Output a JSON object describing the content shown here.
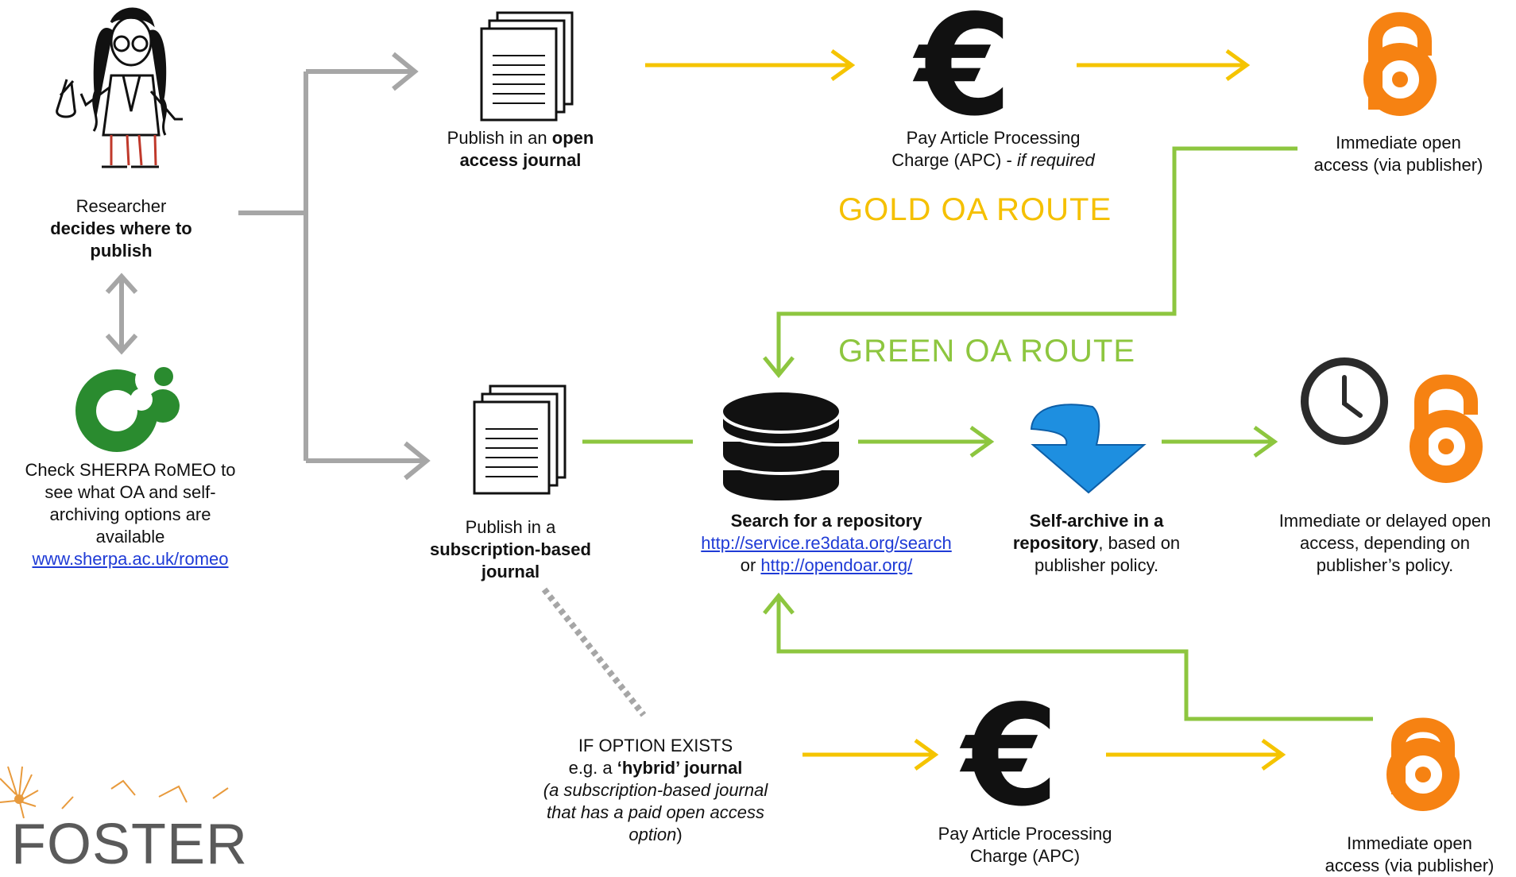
{
  "researcher": {
    "line1": "Researcher",
    "line2": "decides where to",
    "line3": "publish"
  },
  "sherpa": {
    "line1": "Check SHERPA RoMEO to",
    "line2": "see what OA and self-",
    "line3": "archiving options are",
    "line4": "available",
    "link": "www.sherpa.ac.uk/romeo"
  },
  "gold": {
    "route_label": "GOLD OA ROUTE",
    "journal_pre": "Publish in an ",
    "journal_bold1": "open",
    "journal_bold2": "access journal",
    "apc_line1": "Pay Article Processing",
    "apc_line2_pre": "Charge (APC) - ",
    "apc_line2_italic": "if required",
    "oa_line1": "Immediate open",
    "oa_line2": "access (via publisher)"
  },
  "green": {
    "route_label": "GREEN OA ROUTE",
    "sub_line1": "Publish in a",
    "sub_line2": "subscription-based",
    "sub_line3": "journal",
    "repo_title": "Search for a repository",
    "repo_link1": "http://service.re3data.org/search",
    "repo_or": "or ",
    "repo_link2": "http://opendoar.org/",
    "self_bold1": "Self-archive in a",
    "self_bold2": "repository",
    "self_rest2": ", based on",
    "self_line3": "publisher policy.",
    "delayed_line1": "Immediate or delayed open",
    "delayed_line2": "access, depending on",
    "delayed_line3": "publisher’s policy."
  },
  "hybrid": {
    "line1": "IF OPTION EXISTS",
    "line2_pre": "e.g.  a ",
    "line2_bold": "‘hybrid’ journal",
    "line3": "(a subscription-based journal",
    "line4": "that has a paid open access",
    "line5": "option",
    "apc_line1": "Pay Article Processing",
    "apc_line2": "Charge (APC)",
    "oa_line1": "Immediate open",
    "oa_line2": "access (via publisher)"
  },
  "icons": {
    "euro_glyph": "€",
    "researcher": "researcher-figure-icon",
    "document": "document-stack-icon",
    "euro": "euro-icon",
    "open_access": "open-access-lock-icon",
    "database": "database-icon",
    "download_arrow": "download-arrow-icon",
    "clock": "clock-icon",
    "sherpa_logo": "sherpa-romeo-logo-icon"
  },
  "logo": {
    "text": "FOSTER"
  },
  "colors": {
    "gold": "#f5c400",
    "green": "#8dc63f",
    "grey": "#a6a6a6",
    "oa_orange": "#f68212",
    "sherpa_green": "#2a8b2f",
    "link_blue": "#1f3bd6",
    "route_gold_text": "#f5c000",
    "route_green_text": "#8dc63f",
    "arrow_blue": "#1e8fe0"
  }
}
